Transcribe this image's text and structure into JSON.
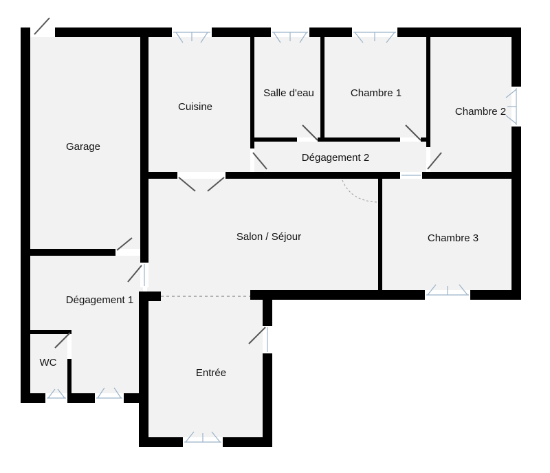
{
  "rooms": {
    "garage": "Garage",
    "cuisine": "Cuisine",
    "salle_eau": "Salle d'eau",
    "chambre1": "Chambre 1",
    "chambre2": "Chambre 2",
    "degagement2": "Dégagement 2",
    "salon": "Salon / Séjour",
    "chambre3": "Chambre 3",
    "degagement1": "Dégagement 1",
    "wc": "WC",
    "entree": "Entrée"
  }
}
